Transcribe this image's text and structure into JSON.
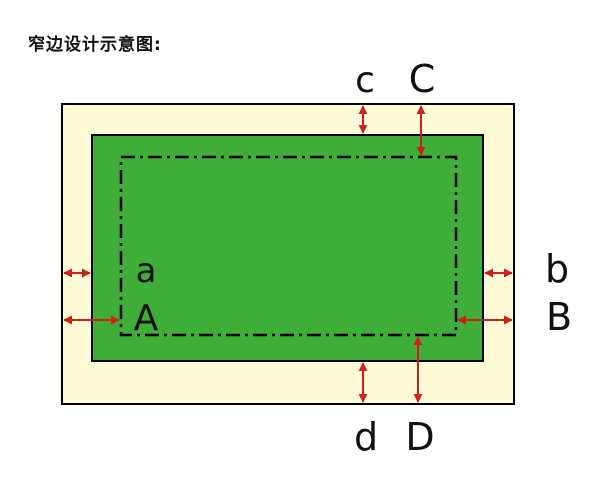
{
  "title": "窄边设计示意图:",
  "labels": {
    "c_small": "c",
    "c_big": "C",
    "a_small": "a",
    "a_big": "A",
    "b_small": "b",
    "b_big": "B",
    "d_small": "d",
    "d_big": "D"
  },
  "colors": {
    "outer_fill": "#fefbd6",
    "panel_fill": "#3fae38",
    "border": "#000000",
    "arrow": "#d0201c"
  }
}
